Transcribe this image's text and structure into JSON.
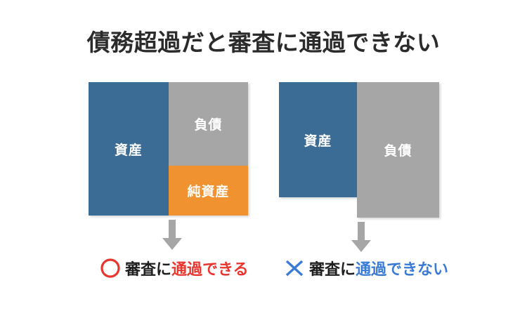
{
  "title": "債務超過だと審査に通過できない",
  "colors": {
    "assets": "#3A6C96",
    "liabilities": "#A6A6A6",
    "equity": "#F0922F",
    "arrow": "#A6A6A6",
    "ok_mark": "#E8362F",
    "ng_mark": "#3A7BD5",
    "title_text": "#2B2B2B",
    "background": "#FFFFFF"
  },
  "diagrams": [
    {
      "id": "solvent",
      "blocks": {
        "assets_label": "資産",
        "liabilities_label": "負債",
        "equity_label": "純資産"
      },
      "arrow": "down-arrow",
      "verdict": {
        "mark": "circle-mark",
        "prefix": "審査に",
        "emphasis": "通過できる"
      }
    },
    {
      "id": "insolvent",
      "blocks": {
        "assets_label": "資産",
        "liabilities_label": "負債"
      },
      "arrow": "down-arrow",
      "verdict": {
        "mark": "cross-mark",
        "prefix": "審査に",
        "emphasis": "通過できない"
      }
    }
  ]
}
